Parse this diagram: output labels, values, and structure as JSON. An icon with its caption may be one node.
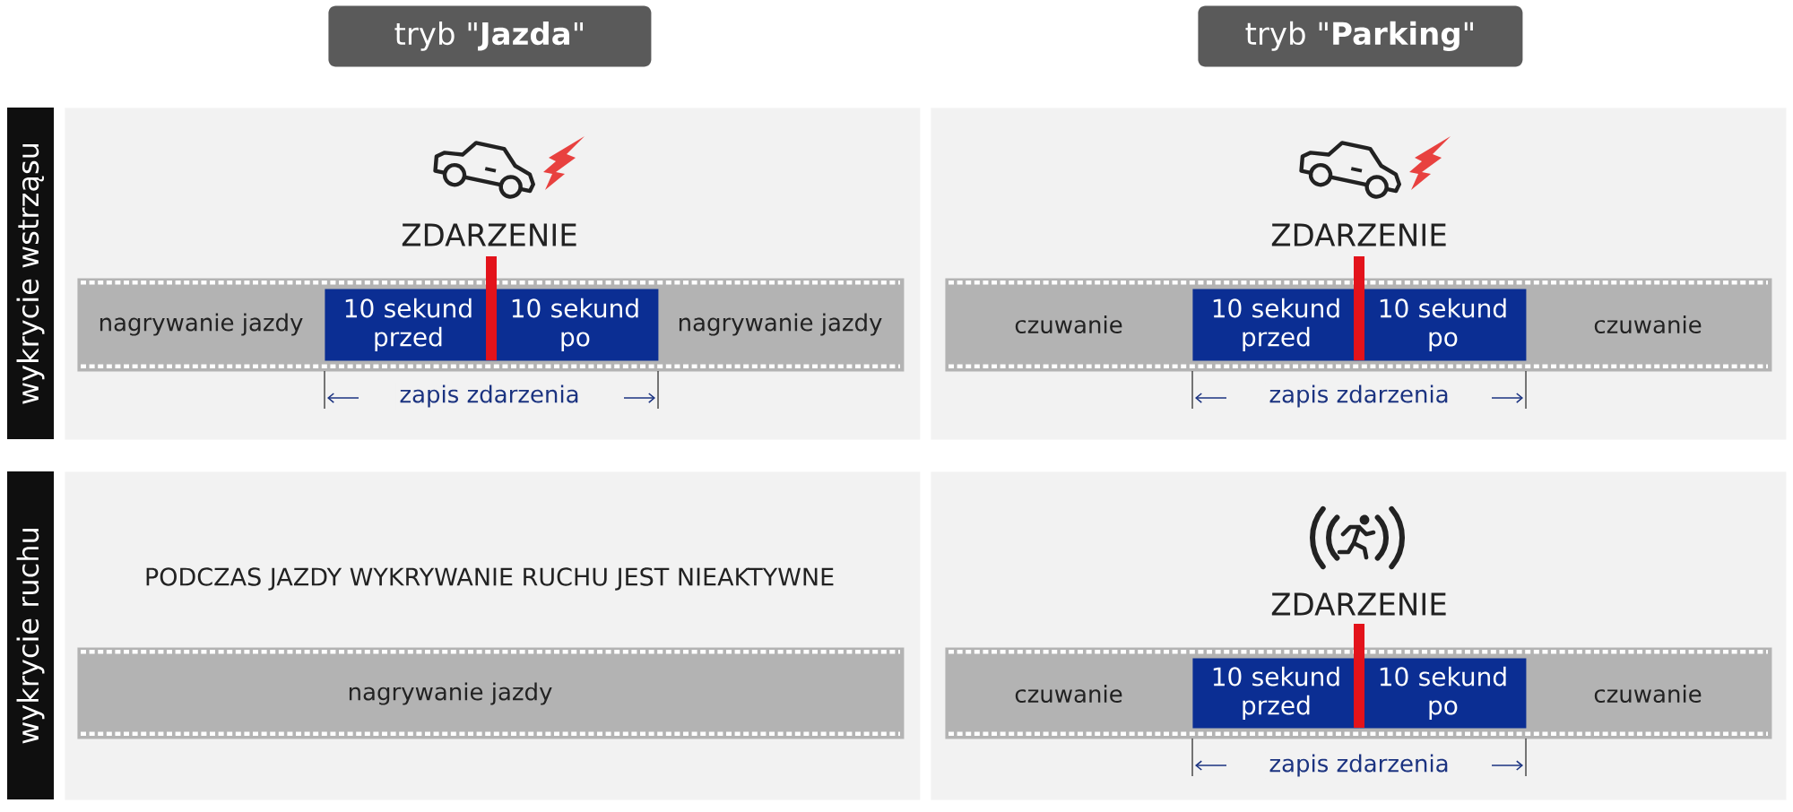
{
  "diagram": {
    "nodes": [
      {
        "text": [
          "tryb \"**Jazda**\""
        ]
      },
      {
        "text": [
          "tryb \"**Parking**\""
        ]
      },
      {
        "text": [
          "wykrycie wstrząsu"
        ]
      },
      {
        "text": [],
        "shape": "box"
      },
      {
        "text": [
          "nagrywanie jazdy",
          "nagrywanie jazdy"
        ],
        "in": 3
      },
      {
        "text": [
          "10 sekund przed"
        ],
        "in": 4
      },
      {
        "text": [
          "10 sekund po"
        ],
        "in": 4
      },
      {
        "text": [],
        "shape": "box"
      },
      {
        "text": [
          "czuwanie",
          "czuwanie"
        ],
        "in": 7
      },
      {
        "text": [
          "10 sekund przed"
        ],
        "in": 8
      },
      {
        "text": [
          "10 sekund po"
        ],
        "in": 8
      },
      {
        "text": [
          "wykrycie ruchu"
        ]
      },
      {
        "text": [],
        "shape": "box"
      },
      {
        "text": [
          "nagrywanie jazdy"
        ],
        "in": 12
      },
      {
        "text": [],
        "shape": "box"
      },
      {
        "text": [
          "czuwanie",
          "czuwanie"
        ],
        "in": 14
      },
      {
        "text": [
          "10 sekund przed"
        ],
        "in": 15
      },
      {
        "text": [
          "10 sekund po"
        ],
        "in": 15
      }
    ],
    "labels": [
      "ZDARZENIE",
      "zapis zdarzenia",
      "ZDARZENIE",
      "zapis zdarzenia",
      "PODCZAS JAZDY WYKRYWANIE RUCHU JEST NIEAKTYWNE",
      "ZDARZENIE",
      "zapis zdarzenia"
    ]
  }
}
